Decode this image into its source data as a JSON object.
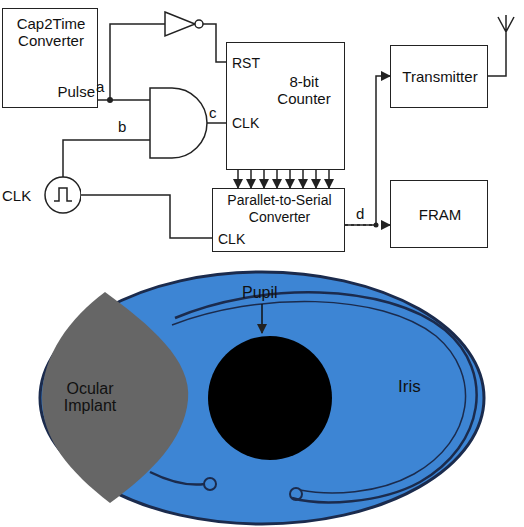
{
  "diagram": {
    "nodes": [
      {
        "text": [
          "Cap2Time Converter",
          "Pulse"
        ]
      },
      {
        "text": [
          "RST",
          "8-bit Counter",
          "CLK"
        ]
      },
      {
        "text": [
          "Transmitter"
        ]
      },
      {
        "text": [
          "CLK"
        ]
      },
      {
        "text": [
          "Parallet-to-Serial Converter",
          "CLK"
        ]
      },
      {
        "text": [
          "FRAM"
        ]
      }
    ],
    "edges": [
      {
        "from": 0,
        "to": 1,
        "arrow": "none"
      },
      {
        "from": 1,
        "to": 4,
        "arrow": "to"
      },
      {
        "from": 4,
        "to": 2,
        "arrow": "to"
      },
      {
        "from": 4,
        "to": 5,
        "arrow": "to"
      },
      {
        "from": 3,
        "to": 4,
        "arrow": "none"
      }
    ],
    "labels": [
      "a",
      "b",
      "c",
      "d",
      "Pupil",
      "Ocular Implant",
      "Iris"
    ]
  }
}
